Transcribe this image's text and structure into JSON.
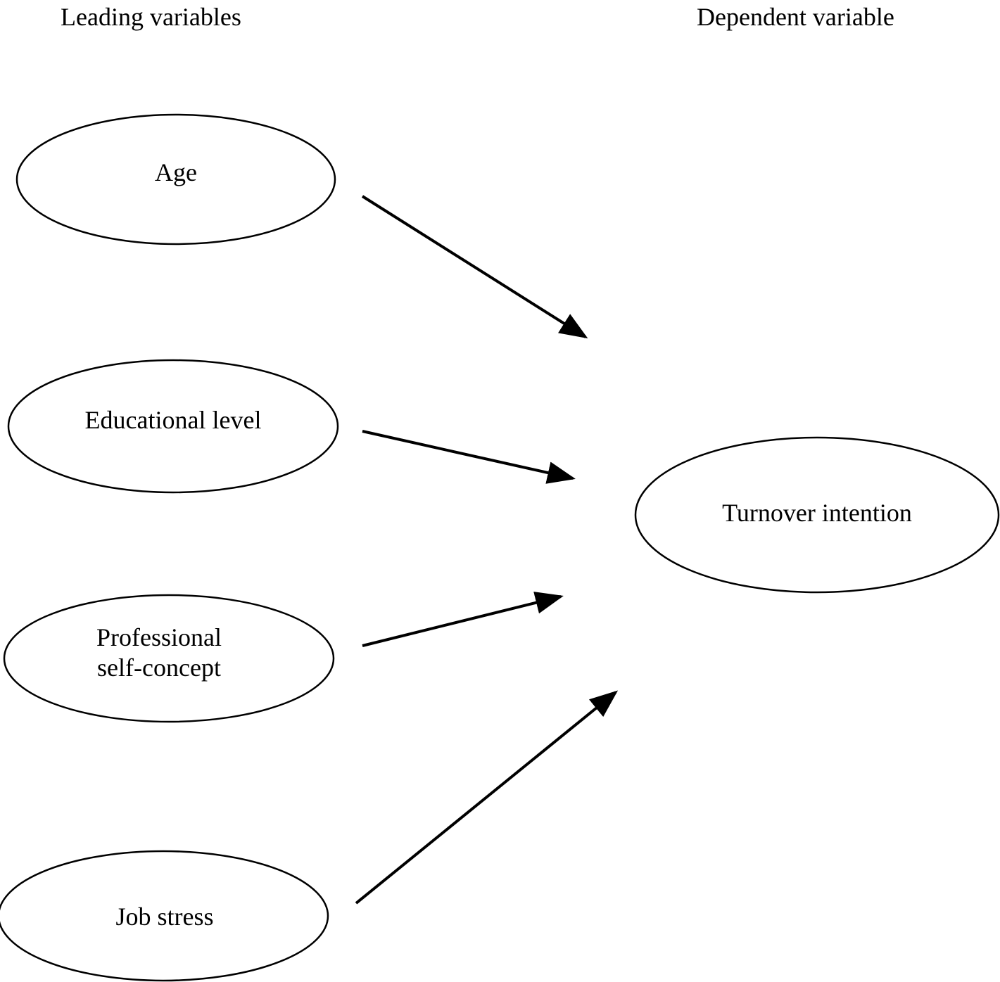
{
  "headers": {
    "leading": "Leading variables",
    "dependent": "Dependent variable"
  },
  "nodes": {
    "age": {
      "label": "Age"
    },
    "education": {
      "label": "Educational level"
    },
    "self_concept": {
      "line1": "Professional",
      "line2": "self-concept"
    },
    "job_stress": {
      "label": "Job stress"
    },
    "turnover": {
      "label": "Turnover intention"
    }
  },
  "edges": [
    {
      "from": "Age",
      "to": "Turnover intention"
    },
    {
      "from": "Educational level",
      "to": "Turnover intention"
    },
    {
      "from": "Professional self-concept",
      "to": "Turnover intention"
    },
    {
      "from": "Job stress",
      "to": "Turnover intention"
    }
  ],
  "colors": {
    "stroke": "#000000",
    "background": "#ffffff"
  }
}
